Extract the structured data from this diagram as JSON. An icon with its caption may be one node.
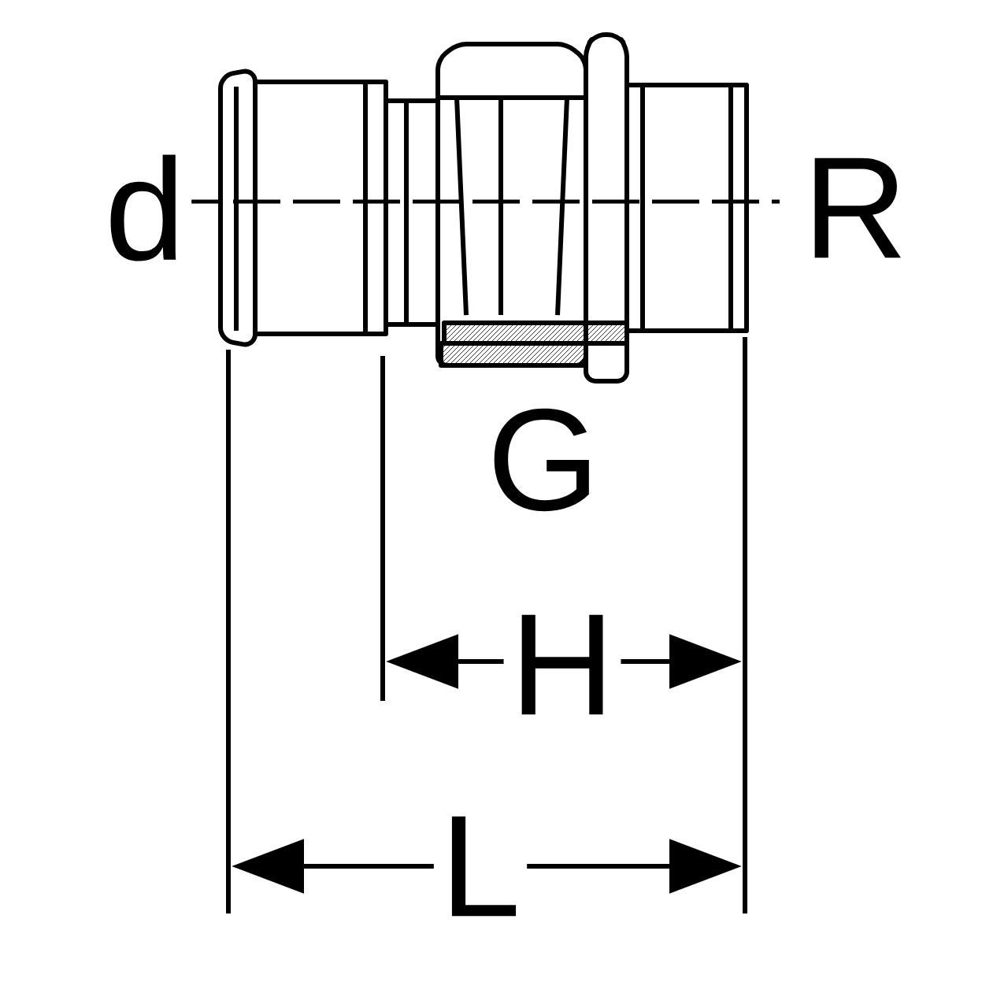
{
  "diagram": {
    "labels": [
      "d",
      "R",
      "G",
      "H",
      "L"
    ]
  }
}
